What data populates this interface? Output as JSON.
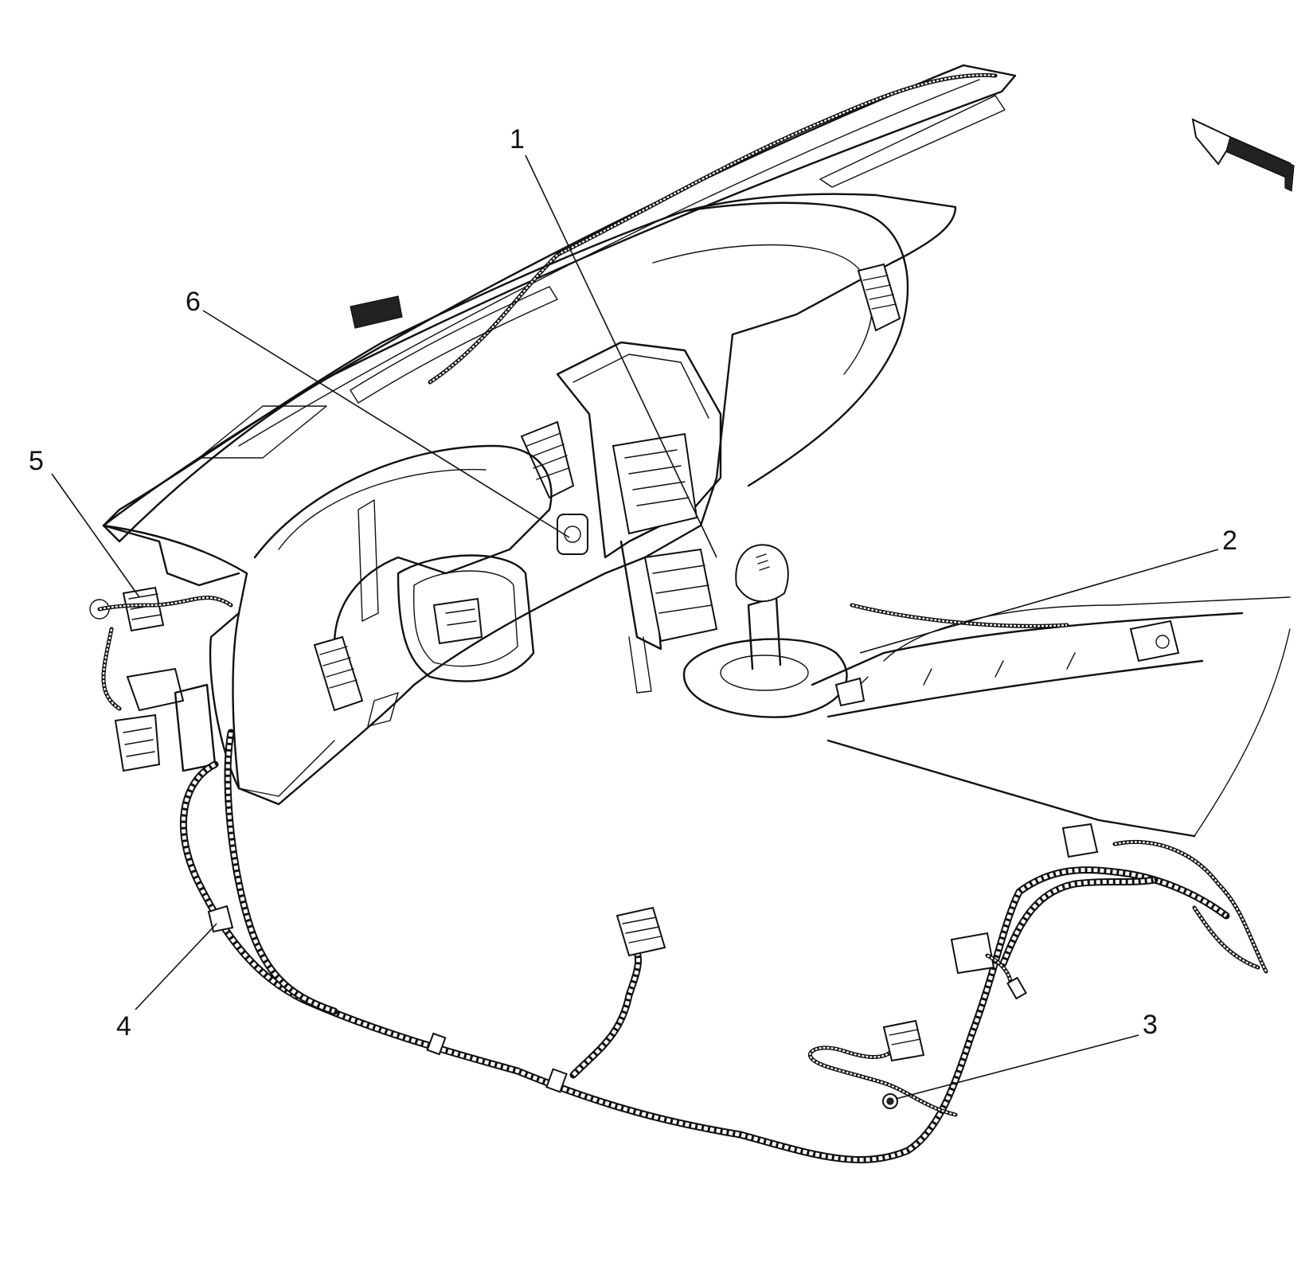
{
  "callouts": [
    {
      "id": "1",
      "label": "1"
    },
    {
      "id": "2",
      "label": "2"
    },
    {
      "id": "3",
      "label": "3"
    },
    {
      "id": "4",
      "label": "4"
    },
    {
      "id": "5",
      "label": "5"
    },
    {
      "id": "6",
      "label": "6"
    }
  ],
  "orientation_icon": "front-direction-arrow-icon",
  "colors": {
    "line": "#111111",
    "background": "#ffffff"
  }
}
